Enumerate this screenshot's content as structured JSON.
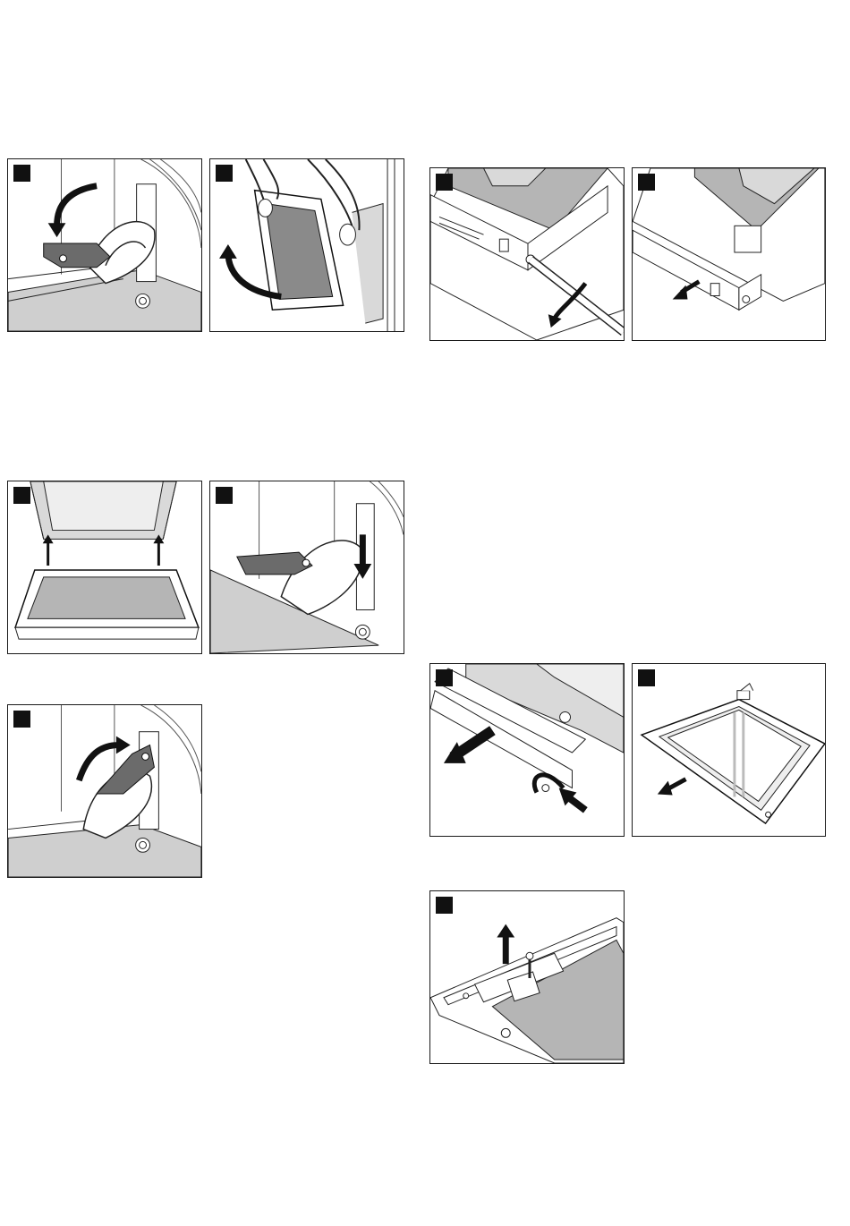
{
  "page": {
    "description_colors": {
      "frame": "#1a1a1a",
      "badge": "#111111",
      "grey_fill": "#b5b5b5",
      "light_grey": "#d9d9d9",
      "dark_part": "#6b6b6b"
    }
  },
  "steps": [
    {
      "id": "step-1",
      "icon": "hinge-lever-open-illustration"
    },
    {
      "id": "step-2",
      "icon": "door-lift-off-illustration"
    },
    {
      "id": "step-3",
      "icon": "door-hinge-insert-illustration"
    },
    {
      "id": "step-4",
      "icon": "hinge-lower-illustration"
    },
    {
      "id": "step-5",
      "icon": "hinge-lever-close-illustration"
    },
    {
      "id": "step-6",
      "icon": "unscrew-cover-illustration"
    },
    {
      "id": "step-7",
      "icon": "remove-cover-strip-illustration"
    },
    {
      "id": "step-8",
      "icon": "pull-out-strip-illustration"
    },
    {
      "id": "step-9",
      "icon": "remove-glass-pane-illustration"
    },
    {
      "id": "step-10",
      "icon": "screw-clamp-illustration"
    }
  ]
}
